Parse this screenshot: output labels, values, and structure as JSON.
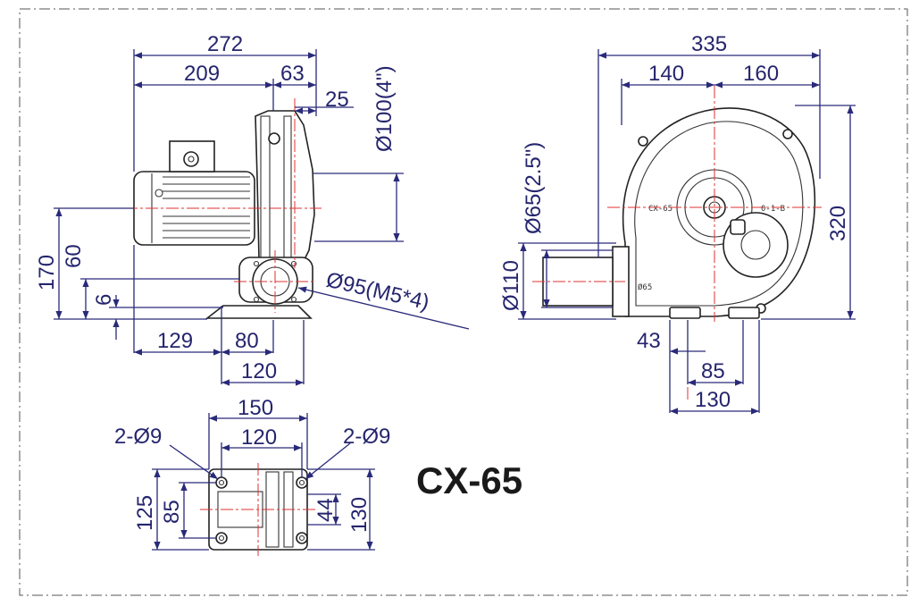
{
  "model": "CX-65",
  "side_view": {
    "overall_length": "272",
    "motor_length": "209",
    "housing_width": "63",
    "outlet_offset": "25",
    "outlet_diameter": "Ø100(4\")",
    "overall_height": "170",
    "axis_height": "60",
    "foot_thickness": "6",
    "outlet_flange": "Ø95(M5*4)",
    "base_offset": "129",
    "base_span": "80",
    "base_length": "120"
  },
  "front_view": {
    "overall_width": "335",
    "left_width": "140",
    "right_width": "160",
    "inlet_diameter": "Ø65(2.5\")",
    "flange_diameter": "Ø110",
    "overall_height": "320",
    "foot_offset": "43",
    "foot_inner": "85",
    "foot_outer": "130",
    "label_model": "CX-65",
    "label_rating": "0-1-B",
    "label_port": "Ø65"
  },
  "base_view": {
    "outer_length": "150",
    "hole_spacing": "120",
    "hole_left": "2-Ø9",
    "hole_right": "2-Ø9",
    "outer_depth": "125",
    "hole_depth": "85",
    "slot_depth": "44",
    "total_depth": "130"
  }
}
